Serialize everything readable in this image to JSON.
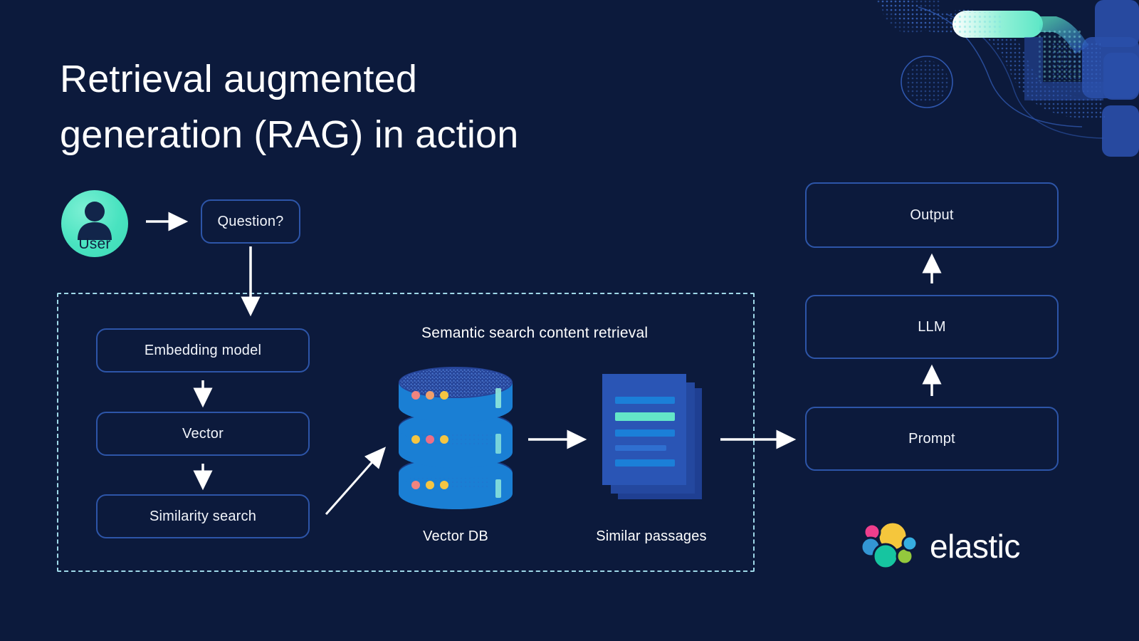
{
  "page": {
    "title": "Retrieval augmented\ngeneration (RAG) in action",
    "background_color": "#0c1a3c",
    "accent_teal": "#3dd9b6",
    "accent_blue": "#2d55a8",
    "dashed_border_color": "#9fd8e8"
  },
  "user": {
    "label": "User",
    "icon": "person-icon",
    "circle_color": "#3dd9b6"
  },
  "question": {
    "label": "Question?"
  },
  "pipeline": {
    "region_label": "Semantic search content retrieval",
    "steps": [
      {
        "label": "Embedding model"
      },
      {
        "label": "Vector"
      },
      {
        "label": "Similarity search"
      }
    ]
  },
  "vector_db": {
    "caption": "Vector DB",
    "icon": "database-icon",
    "disk_color": "#1a7fd4",
    "disk_top_color": "#1c3f8f",
    "dot_colors": [
      [
        "#f0847f",
        "#f1a06a",
        "#f5c542"
      ],
      [
        "#f5c542",
        "#ef6f85",
        "#f5c542"
      ],
      [
        "#f0847f",
        "#f5c542",
        "#f5c542"
      ]
    ],
    "bar_color": "#8fe8dc"
  },
  "passages": {
    "caption": "Similar passages",
    "icon": "documents-icon",
    "page_color": "#2a55b5",
    "line_color": "#1b7fd8",
    "highlight_color": "#63e6c8",
    "line_count": 5,
    "highlight_index": 2
  },
  "generation": {
    "steps": [
      {
        "label": "Output"
      },
      {
        "label": "LLM"
      },
      {
        "label": "Prompt"
      }
    ]
  },
  "brand": {
    "name": "elastic",
    "logo_icon": "elastic-logo-icon",
    "logo_colors": {
      "yellow": "#f5c63c",
      "pink": "#ee3e8c",
      "blue": "#3396d4",
      "teal": "#16c5a0",
      "green": "#94c93d",
      "lightblue": "#36aee0"
    }
  },
  "arrows": {
    "user_to_question": "arrow-right",
    "question_to_embedding": "arrow-down",
    "embedding_to_vector": "arrow-down",
    "vector_to_similarity": "arrow-down",
    "similarity_to_vectordb": "arrow-diagonal-up-right",
    "vectordb_to_passages": "arrow-right",
    "passages_to_prompt": "arrow-right",
    "prompt_to_llm": "arrow-up",
    "llm_to_output": "arrow-up"
  }
}
